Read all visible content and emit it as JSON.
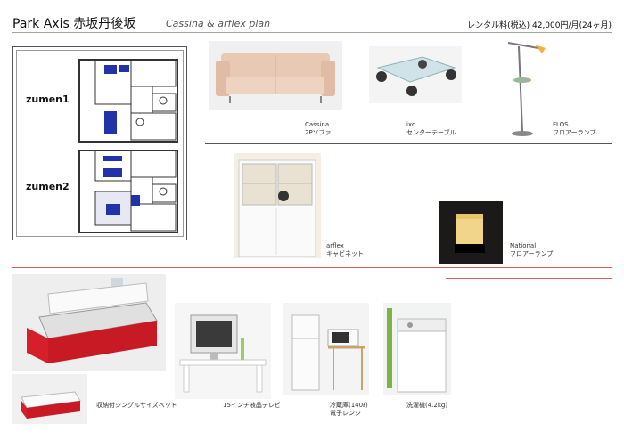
{
  "header": {
    "title": "Park Axis 赤坂丹後坂",
    "subtitle": "Cassina & arflex plan",
    "price": "レンタル料(税込)  42,000円/月(24ヶ月)"
  },
  "floorplans": [
    {
      "label": "zumen1"
    },
    {
      "label": "zumen2"
    }
  ],
  "products": [
    {
      "brand": "Cassina",
      "name": "2Pソファ"
    },
    {
      "brand": "ixc.",
      "name": "センターテーブル"
    },
    {
      "brand": "FLOS",
      "name": "フロアーランプ"
    },
    {
      "brand": "arflex",
      "name": "キャビネット"
    },
    {
      "brand": "National",
      "name": "フロアーランプ"
    }
  ],
  "appliances": [
    {
      "name": "収納付シングルサイズベッド"
    },
    {
      "name": "15インチ液晶テレビ"
    },
    {
      "name": "冷蔵庫(140ℓ)",
      "name2": "電子レンジ"
    },
    {
      "name": "洗濯機(4.2kg)"
    }
  ],
  "colors": {
    "accent_red": "#e05a5a",
    "bed_red": "#d61f2a",
    "plan_blue": "#2233aa"
  }
}
